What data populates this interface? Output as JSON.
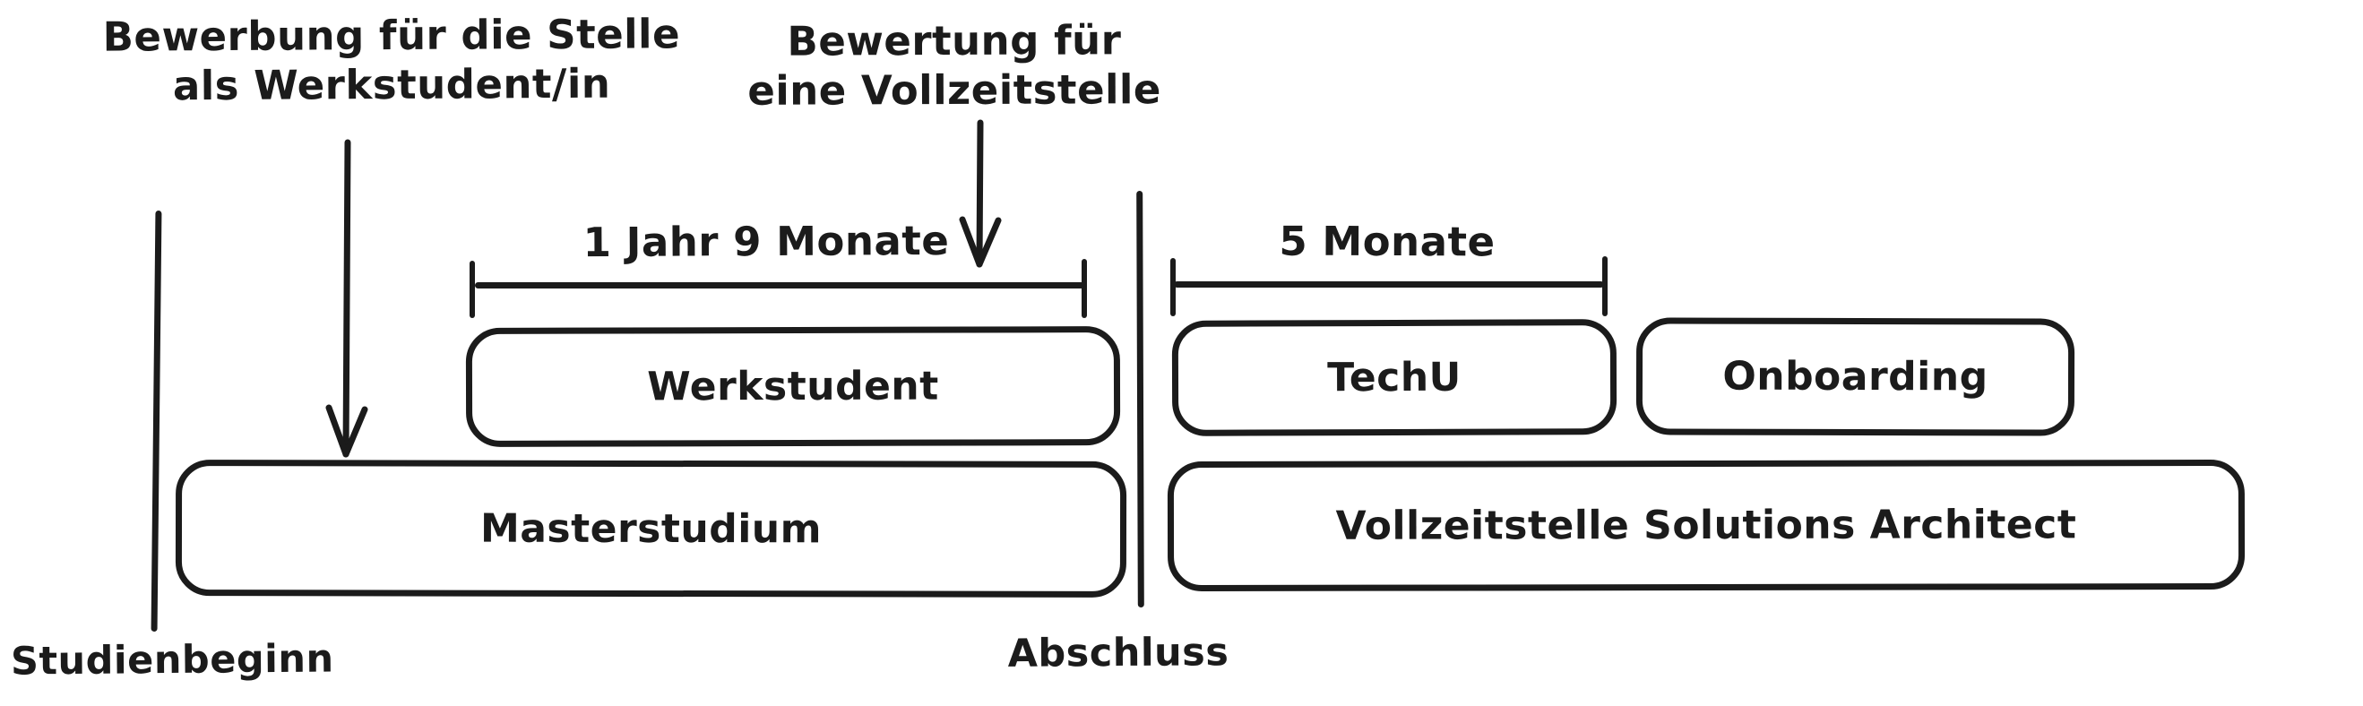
{
  "diagram": {
    "annotations": {
      "werkstudent_application": {
        "line1": "Bewerbung für die Stelle",
        "line2": "als Werkstudent/in"
      },
      "fulltime_review": {
        "line1": "Bewertung für",
        "line2": "eine Vollzeitstelle"
      }
    },
    "durations": {
      "werkstudent": "1 Jahr 9 Monate",
      "techu": "5 Monate"
    },
    "boxes": {
      "werkstudent": "Werkstudent",
      "masterstudium": "Masterstudium",
      "techu": "TechU",
      "onboarding": "Onboarding",
      "vollzeitstelle": "Vollzeitstelle Solutions Architect"
    },
    "milestones": {
      "study_start": "Studienbeginn",
      "graduation": "Abschluss"
    },
    "colors": {
      "ink": "#1b1b1b",
      "background": "#ffffff"
    }
  }
}
